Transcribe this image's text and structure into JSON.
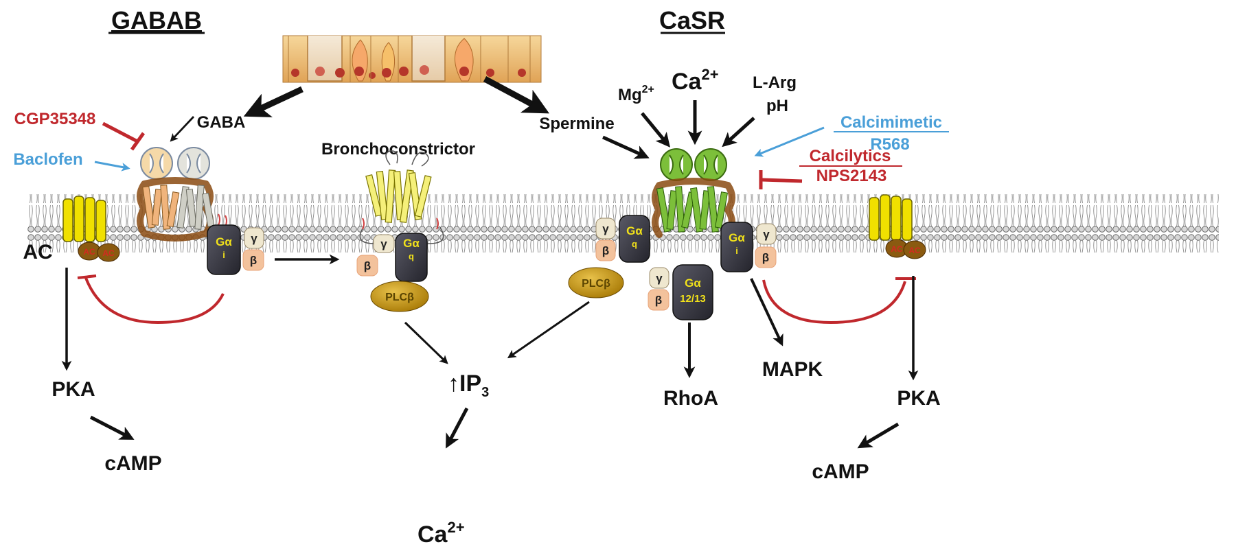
{
  "titles": {
    "left": "GABAB",
    "right": "CaSR"
  },
  "ligands": {
    "gaba": "GABA",
    "bronchoconstrictor": "Bronchoconstrictor",
    "spermine": "Spermine",
    "mg": "Mg",
    "mg_sup": "2+",
    "ca": "Ca",
    "ca_sup": "2+",
    "larg": "L-Arg",
    "ph": "pH"
  },
  "drugs": {
    "cgp": "CGP35348",
    "baclofen": "Baclofen",
    "calcimimetic": "Calcimimetic",
    "r568": "R568",
    "calcilytics": "Calcilytics",
    "nps": "NPS2143"
  },
  "proteins": {
    "ac": "AC",
    "ac_short": "AC",
    "g_alpha": "Gα",
    "g_i": "i",
    "g_q": "q",
    "g_12_13": "12/13",
    "gamma": "γ",
    "beta": "β",
    "plcb": "PLCβ"
  },
  "outputs": {
    "pka_left": "PKA",
    "camp_left": "cAMP",
    "ip3_arrow": "↑",
    "ip3": "IP",
    "ip3_sub": "3",
    "ca_out": "Ca",
    "ca_out_sup": "2+",
    "rhoa": "RhoA",
    "mapk": "MAPK",
    "pka_right": "PKA",
    "camp_right": "cAMP"
  },
  "colors": {
    "inhibit_red": "#c0282d",
    "agonist_blue": "#4a9fd8",
    "g_protein": "#3a3a44",
    "g_text": "#f2e21a",
    "beta_fill": "#f3c29c",
    "gamma_fill": "#efe7cf",
    "plc_fill": "#c9950f",
    "casr_green": "#7cbf3a",
    "gabab1_fill": "#f0b47c",
    "gabab2_fill": "#cfcfc6",
    "ac_yellow": "#f0e000",
    "bronch_yellow": "#f5f07a"
  }
}
